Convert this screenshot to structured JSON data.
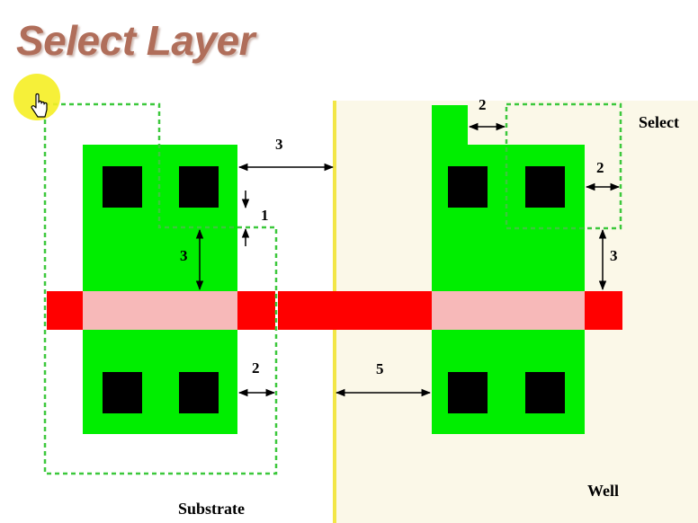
{
  "title": "Select Layer",
  "labels": {
    "select": "Select",
    "substrate": "Substrate",
    "well": "Well"
  },
  "dimensions": {
    "poly_to_well": "3",
    "select_overlap_gap": "1",
    "active_to_poly_left": "3",
    "select_enclosure_left_bottom": "2",
    "substrate_to_well": "5",
    "select_notch_right": "2",
    "select_enclosure_right": "2",
    "active_to_poly_right": "3"
  },
  "colors": {
    "active": "#00ee00",
    "contact": "#000000",
    "poly": "#ff0000",
    "gate": "#f7b9b9",
    "well": "#fbf8e8",
    "well_edge": "#f2e646",
    "select_outline": "#3cc83c",
    "title": "#b06e5a"
  },
  "cursor": "hand-pointer-icon"
}
